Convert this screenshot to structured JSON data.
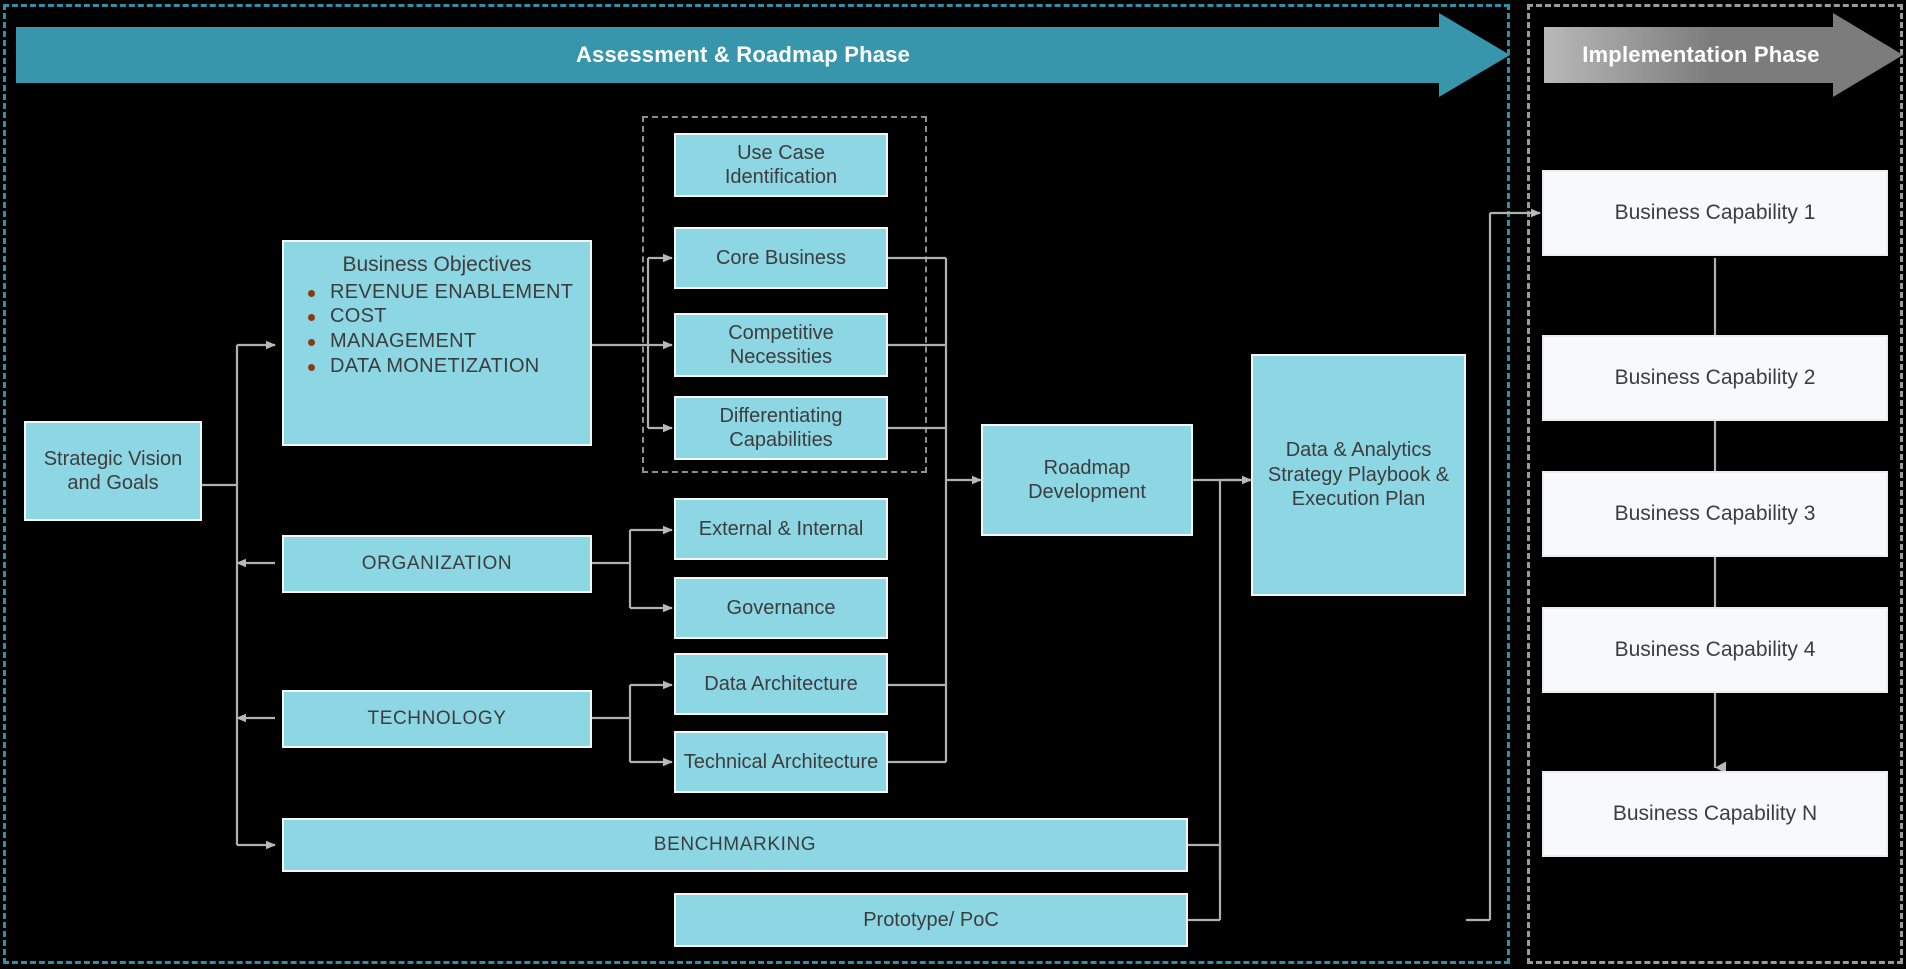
{
  "phases": {
    "assessment": {
      "label": "Assessment & Roadmap Phase",
      "color": "#3796ac"
    },
    "implementation": {
      "label": "Implementation Phase",
      "color": "#7c7c7c"
    }
  },
  "colors": {
    "banner_teal": "#3796ac",
    "banner_gray": "#7c7c7c",
    "node_fill": "#8dd6e3",
    "capability_fill": "#f8f9fa",
    "bullet": "#8a3a16",
    "connector": "#b0b0b0",
    "background": "#000000",
    "assessment_border": "#2f8fa6",
    "implementation_border": "#9a9a9a"
  },
  "nodes": {
    "strategic_vision": "Strategic Vision and Goals",
    "business_objectives": {
      "title": "Business Objectives",
      "bullets": [
        "REVENUE ENABLEMENT",
        "COST",
        "MANAGEMENT",
        "DATA MONETIZATION"
      ]
    },
    "use_case_identification": "Use Case Identification",
    "core_business": "Core Business",
    "competitive_necessities": "Competitive Necessities",
    "differentiating_capabilities": "Differentiating Capabilities",
    "organization": "ORGANIZATION",
    "external_internal": "External & Internal",
    "governance": "Governance",
    "technology": "TECHNOLOGY",
    "data_architecture": "Data Architecture",
    "technical_architecture": "Technical Architecture",
    "benchmarking": "BENCHMARKING",
    "prototype_poc": "Prototype/ PoC",
    "roadmap_development": "Roadmap Development",
    "playbook": "Data & Analytics Strategy Playbook & Execution Plan"
  },
  "capabilities": [
    "Business Capability 1",
    "Business Capability 2",
    "Business Capability 3",
    "Business Capability 4",
    "Business Capability N"
  ]
}
